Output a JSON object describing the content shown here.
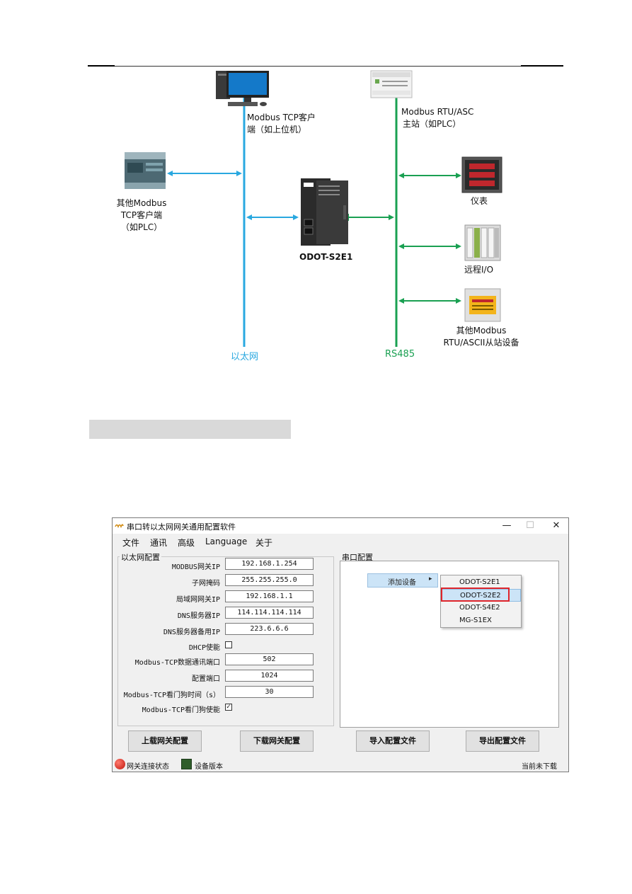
{
  "diagram": {
    "pc_label_line1": "Modbus TCP客户",
    "pc_label_line2": "端（如上位机）",
    "master_label_line1": "Modbus RTU/ASC",
    "master_label_line2": "主站（如PLC）",
    "plc_label_line1": "其他Modbus",
    "plc_label_line2": "TCP客户端",
    "plc_label_line3": "（如PLC）",
    "gateway_label": "ODOT-S2E1",
    "meter_label": "仪表",
    "remote_io_label": "远程I/O",
    "slave_label_line1": "其他Modbus",
    "slave_label_line2": "RTU/ASCII从站设备",
    "ethernet_label": "以太网",
    "rs485_label": "RS485",
    "colors": {
      "ethernet": "#29a8e0",
      "rs485": "#1aa052"
    }
  },
  "window": {
    "title": "串口转以太网网关通用配置软件",
    "controls": {
      "minimize": "—",
      "maximize": "☐",
      "close": "✕"
    },
    "menu": [
      "文件",
      "通讯",
      "高级",
      "Language",
      "关于"
    ],
    "ethernet_group": {
      "title": "以太网配置",
      "fields": [
        {
          "label": "MODBUS网关IP",
          "value": "192.168.1.254"
        },
        {
          "label": "子网掩码",
          "value": "255.255.255.0"
        },
        {
          "label": "局域网网关IP",
          "value": "192.168.1.1"
        },
        {
          "label": "DNS服务器IP",
          "value": "114.114.114.114"
        },
        {
          "label": "DNS服务器备用IP",
          "value": "223.6.6.6"
        }
      ],
      "dhcp_label": "DHCP使能",
      "dhcp_checked": false,
      "fields2": [
        {
          "label": "Modbus-TCP数据通讯端口",
          "value": "502"
        },
        {
          "label": "配置端口",
          "value": "1024"
        },
        {
          "label": "Modbus-TCP看门狗时间（s）",
          "value": "30"
        }
      ],
      "watchdog_label": "Modbus-TCP看门狗使能",
      "watchdog_checked": true
    },
    "serial_group": {
      "title": "串口配置",
      "context_item": "添加设备",
      "submenu": [
        "ODOT-S2E1",
        "ODOT-S2E2",
        "ODOT-S4E2",
        "MG-S1EX"
      ],
      "selected_index": 1
    },
    "buttons": {
      "upload": "上载网关配置",
      "download": "下载网关配置",
      "import": "导入配置文件",
      "export": "导出配置文件"
    },
    "status": {
      "connection_label": "网关连接状态",
      "version_label": "设备版本",
      "download_status": "当前未下载"
    }
  }
}
